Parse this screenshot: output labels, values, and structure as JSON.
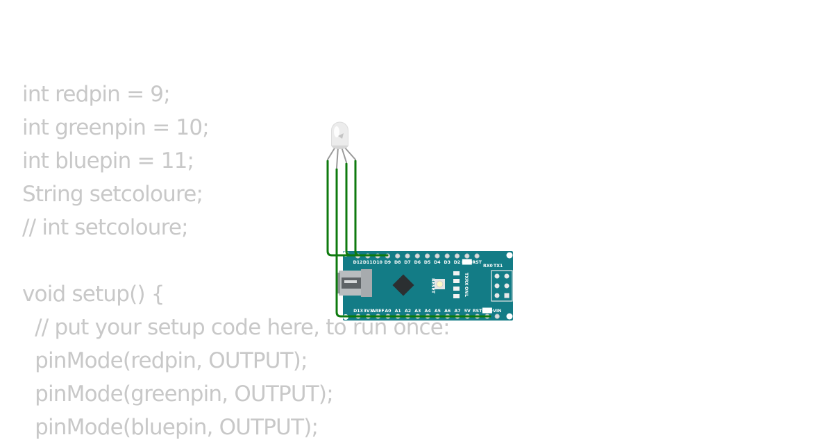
{
  "code": {
    "lines": [
      "int redpin = 9;",
      "int greenpin = 10;",
      "int bluepin = 11;",
      "String setcoloure;",
      "// int setcoloure;",
      "",
      "void setup() {",
      "  // put your setup code here, to run once:",
      "  pinMode(redpin, OUTPUT);",
      "  pinMode(greenpin, OUTPUT);",
      "  pinMode(bluepin, OUTPUT);"
    ]
  },
  "board": {
    "name": "arduino-nano",
    "top_pins": [
      "D12",
      "D11",
      "D10",
      "D9",
      "D8",
      "D7",
      "D6",
      "D5",
      "D4",
      "D3",
      "D2",
      "GND",
      "RST"
    ],
    "bottom_pins": [
      "D13",
      "3V3",
      "AREF",
      "A0",
      "A1",
      "A2",
      "A3",
      "A4",
      "A5",
      "A6",
      "A7",
      "5V",
      "RST",
      "GND",
      "VIN"
    ],
    "serial_labels": [
      "RX0",
      "TX1"
    ],
    "side_labels": [
      "TX",
      "RX",
      "ON",
      "L"
    ],
    "reset_label": "RESET"
  },
  "colors": {
    "board": "#137c86",
    "wire": "#0e7a0e",
    "code_text": "#c8c8c8"
  }
}
